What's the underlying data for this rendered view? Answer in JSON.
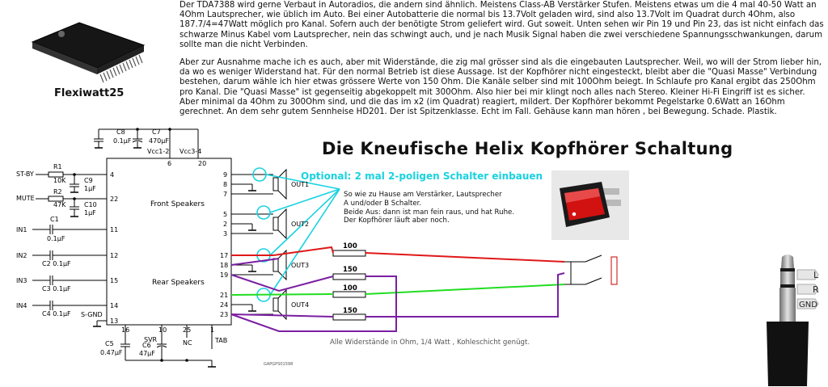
{
  "intro": {
    "p1": "Der TDA7388 wird gerne Verbaut in Autoradios, die andern sind ähnlich. Meistens Class-AB Verstärker Stufen.  Meistens etwas um die 4 mal 40-50 Watt an 4Ohm Lautsprecher, wie üblich im Auto. Bei einer Autobatterie die normal bis 13.7Volt geladen wird, sind also  13.7Volt im Quadrat durch 4Ohm, also 187.7/4=47Watt möglich pro Kanal. Sofern auch der benötigte Strom geliefert wird. Gut soweit.  Unten sehen wir Pin 19 und Pin 23, das ist nicht einfach das schwarze Minus Kabel vom Lautsprecher, nein das schwingt auch, und je nach Musik Signal haben die zwei verschiedene Spannungsschwankungen, darum sollte man die nicht Verbinden.",
    "p2": "Aber zur Ausnahme mache ich es auch, aber mit Widerstände, die zig mal grösser sind als die eingebauten Lautsprecher. Weil, wo will der Strom lieber hin, da wo es weniger Widerstand hat. Für den normal Betrieb ist diese Aussage. Ist der Kopfhörer nicht eingesteckt, bleibt aber die \"Quasi Masse\" Verbindung bestehen, darum wähle ich hier etwas grössere Werte von 150 Ohm. Die Kanäle selber sind mit 100Ohm beiegt. In Schlaufe pro Kanal ergibt das 250Ohm pro Kanal.  Die \"Quasi Masse\" ist gegenseitig abgekoppelt mit 300Ohm.  Also hier bei mir klingt noch alles nach Stereo. Kleiner Hi-Fi Eingriff ist es sicher. Aber minimal da 4Ohm zu 300Ohm sind, und die das im x2 (im Quadrat) reagiert, mildert.    Der Kopfhörer bekommt Pegelstarke  0.6Watt an 16Ohm gerechnet. An dem sehr gutem Sennheise HD201. Der ist Spitzenklasse. Echt im Fall. Gehäuse kann man hören , bei Bewegung. Schade. Plastik."
  },
  "title": "Die Kneufische Helix Kopfhörer Schaltung",
  "chip_label": "Flexiwatt25",
  "optional_note": "Optional: 2 mal 2-poligen Schalter einbauen",
  "switch_note": {
    "l1": "So wie zu Hause am Verstärker, Lautsprecher",
    "l2": "A und/oder B  Schalter.",
    "l3": "Beide Aus: dann ist man fein raus, und hat Ruhe.",
    "l4": "Der Kopfhörer läuft aber noch."
  },
  "footnote": "Alle Widerstände in Ohm, 1/4 Watt , Kohleschicht genügt.",
  "schematic": {
    "front": "Front Speakers",
    "rear": "Rear Speakers",
    "vcc12": "Vcc1-2",
    "vcc34": "Vcc3-4",
    "c8": "C8",
    "c8v": "0.1µF",
    "c7": "C7",
    "c7v": "470µF",
    "stby": "ST-BY",
    "mute": "MUTE",
    "r1": "R1",
    "r1v": "10K",
    "r2": "R2",
    "r2v": "47K",
    "c9": "C9",
    "c9v": "1µF",
    "c10": "C10",
    "c10v": "1µF",
    "in1": "IN1",
    "in2": "IN2",
    "in3": "IN3",
    "in4": "IN4",
    "c1": "C1",
    "c1v": "0.1µF",
    "c2": "C2 0.1µF",
    "c3": "C3 0.1µF",
    "c4": "C4 0.1µF",
    "sgnd": "S-GND",
    "c5": "C5",
    "c5v": "0.47µF",
    "c6": "C6",
    "c6v": "47µF",
    "svr": "SVR",
    "nc": "NC",
    "tab": "TAB",
    "pins": {
      "p4": "4",
      "p22": "22",
      "p11": "11",
      "p12": "12",
      "p15": "15",
      "p14": "14",
      "p13": "13",
      "p6": "6",
      "p20": "20",
      "p16": "16",
      "p10": "10",
      "p25": "25",
      "p1": "1",
      "p9": "9",
      "p8": "8",
      "p7": "7",
      "p5": "5",
      "p2": "2",
      "p3": "3",
      "p17": "17",
      "p18": "18",
      "p19": "19",
      "p21": "21",
      "p24": "24",
      "p23": "23"
    },
    "out1": "OUT1",
    "out2": "OUT2",
    "out3": "OUT3",
    "out4": "OUT4",
    "code": "GAPGPS01598",
    "r100a": "100",
    "r150a": "150",
    "r100b": "100",
    "r150b": "150"
  },
  "jack": {
    "l": "L",
    "r": "R",
    "gnd": "GND"
  }
}
